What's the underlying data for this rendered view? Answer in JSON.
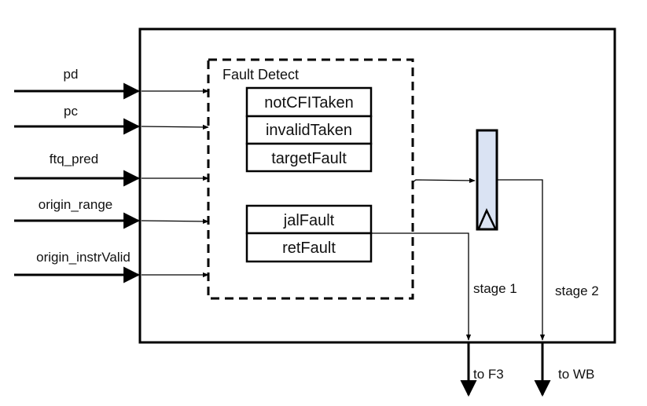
{
  "inputs": [
    "pd",
    "pc",
    "ftq_pred",
    "origin_range",
    "origin_instrValid"
  ],
  "fault_detect": {
    "title": "Fault Detect",
    "group1": [
      "notCFITaken",
      "invalidTaken",
      "targetFault"
    ],
    "group2": [
      "jalFault",
      "retFault"
    ]
  },
  "stages": {
    "stage1": "stage 1",
    "stage2": "stage 2"
  },
  "outputs": {
    "to_f3": "to F3",
    "to_wb": "to WB"
  },
  "colors": {
    "register_fill": "#dae3f3",
    "stroke": "#000000"
  }
}
